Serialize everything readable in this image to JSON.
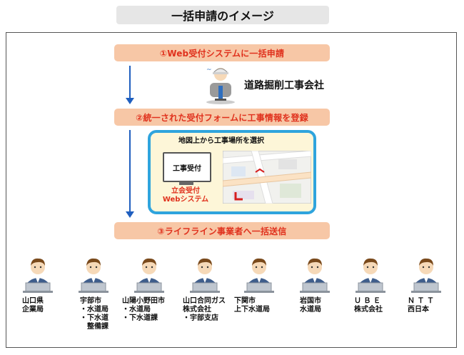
{
  "title": "一括申請のイメージ",
  "steps": {
    "step1": "①Web受付システムに一括申請",
    "step2": "②統一された受付フォームに工事情報を登録",
    "step3": "③ライフライン事業者へ一括送信"
  },
  "company": "道路掘削工事会社",
  "map_panel": {
    "title": "地図上から工事場所を選択",
    "monitor_label": "工事受付",
    "system_line1": "立会受付",
    "system_line2": "Webシステム"
  },
  "recipients": [
    {
      "lines": [
        "山口県",
        "企業局"
      ]
    },
    {
      "lines": [
        "宇部市",
        "・水道局",
        "・下水道",
        "　整備課"
      ]
    },
    {
      "lines": [
        "山陽小野田市",
        "・水道局",
        "・下水道課"
      ]
    },
    {
      "lines": [
        "山口合同ガス",
        "株式会社",
        "・宇部支店"
      ]
    },
    {
      "lines": [
        "下関市",
        "上下水道局"
      ]
    },
    {
      "lines": [
        "岩国市",
        "水道局"
      ]
    },
    {
      "lines": [
        "Ｕ Ｂ Ｅ",
        "株式会社"
      ]
    },
    {
      "lines": [
        "Ｎ Ｔ Ｔ",
        "西日本"
      ]
    }
  ],
  "colors": {
    "step_bg": "#f7c7a6",
    "step_text": "#e0311d",
    "arrow": "#1f5fbf",
    "panel_border": "#2fa4dd",
    "panel_bg": "#fdf6d8"
  }
}
